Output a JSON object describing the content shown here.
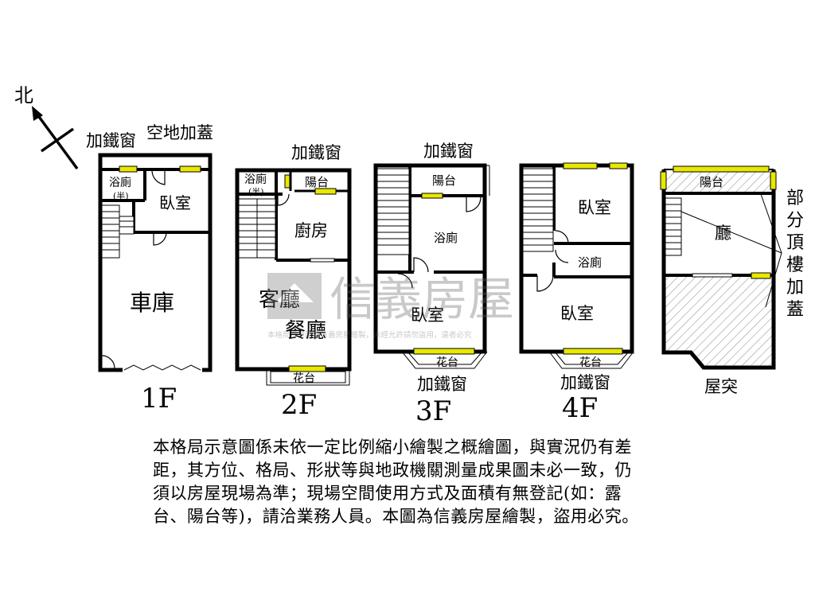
{
  "compass": {
    "label": "北"
  },
  "floors": {
    "f1": {
      "label": "1F",
      "rooms": {
        "bath": "浴廁",
        "bath_mark": "(半)",
        "bedroom": "臥室",
        "garage": "車庫"
      },
      "annotations": {
        "iron_window": "加鐵窗",
        "addition": "空地加蓋"
      }
    },
    "f2": {
      "label": "2F",
      "rooms": {
        "bath": "浴廁",
        "bath_mark": "(半)",
        "balcony": "陽台",
        "kitchen": "廚房",
        "living": "客廳",
        "dining": "餐廳",
        "planter": "花台"
      },
      "annotations": {
        "iron_window": "加鐵窗"
      }
    },
    "f3": {
      "label": "3F",
      "rooms": {
        "balcony": "陽台",
        "bath": "浴廁",
        "bedroom": "臥室",
        "planter": "花台"
      },
      "annotations": {
        "iron_window_top": "加鐵窗",
        "iron_window_bottom": "加鐵窗"
      }
    },
    "f4": {
      "label": "4F",
      "rooms": {
        "bedroom_top": "臥室",
        "bath": "浴廁",
        "bedroom_bottom": "臥室",
        "planter": "花台"
      },
      "annotations": {
        "iron_window": "加鐵窗"
      }
    },
    "roof": {
      "label": "屋突",
      "rooms": {
        "balcony": "陽台",
        "hall": "廳"
      },
      "annotations": {
        "addition_chars": [
          "部",
          "分",
          "頂",
          "樓",
          "加",
          "蓋"
        ]
      }
    }
  },
  "watermark": {
    "brand": "信義房屋",
    "notice": "本格局示意圖為信義房屋繪製，未經允許請勿盜用，違者必究"
  },
  "disclaimer": {
    "lines": [
      "本格局示意圖係未依一定比例縮小繪製之概繪圖，與實況仍有差",
      "距，其方位、格局、形狀等與地政機關測量成果圖未必一致，仍",
      "須以房屋現場為準；現場空間使用方式及面積有無登記(如：露",
      "台、陽台等)，請洽業務人員。本圖為信義房屋繪製，盜用必究。"
    ]
  }
}
